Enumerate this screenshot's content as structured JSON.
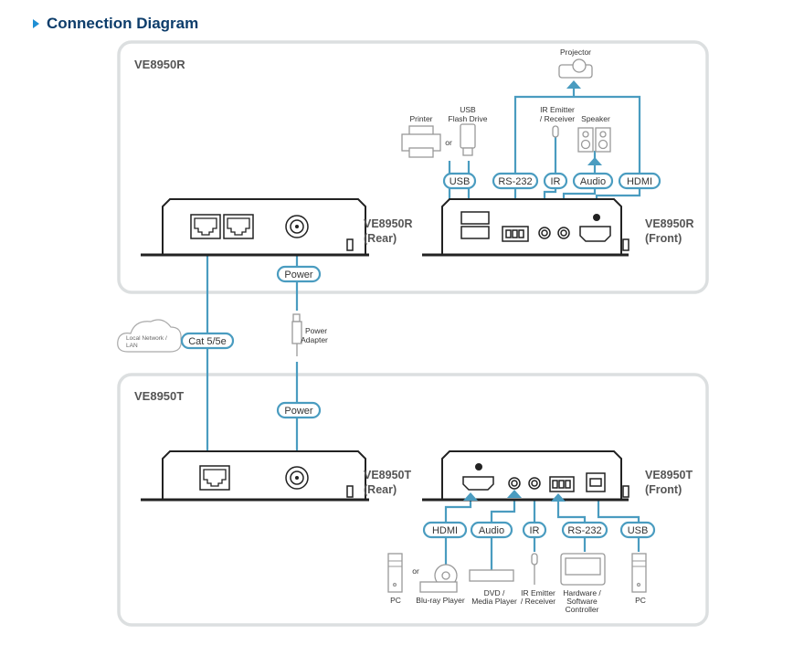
{
  "page": {
    "title": "Connection Diagram"
  },
  "receiver_panel": {
    "model": "VE8950R",
    "rear_label_1": "VE8950R",
    "rear_label_2": "(Rear)",
    "front_label_1": "VE8950R",
    "front_label_2": "(Front)",
    "connectors": [
      "USB",
      "RS-232",
      "IR",
      "Audio",
      "HDMI",
      "Power"
    ],
    "peripherals": {
      "printer": "Printer",
      "or": "or",
      "usb_flash_1": "USB",
      "usb_flash_2": "Flash Drive",
      "projector": "Projector",
      "ir_1": "IR Emitter",
      "ir_2": "/ Receiver",
      "speaker": "Speaker"
    }
  },
  "link": {
    "cable": "Cat 5/5e",
    "network": "Local Network / LAN",
    "network_1": "Local Network /",
    "network_2": "LAN",
    "power_adapter_1": "Power",
    "power_adapter_2": "Adapter"
  },
  "transmitter_panel": {
    "model": "VE8950T",
    "rear_label_1": "VE8950T",
    "rear_label_2": "(Rear)",
    "front_label_1": "VE8950T",
    "front_label_2": "(Front)",
    "connectors": [
      "Power",
      "HDMI",
      "Audio",
      "IR",
      "RS-232",
      "USB"
    ],
    "peripherals": {
      "pc_left": "PC",
      "or": "or",
      "bluray": "Blu-ray Player",
      "dvd_1": "DVD /",
      "dvd_2": "Media Player",
      "ir_1": "IR Emitter",
      "ir_2": "/ Receiver",
      "controller_1": "Hardware /",
      "controller_2": "Software",
      "controller_3": "Controller",
      "pc_right": "PC"
    }
  }
}
